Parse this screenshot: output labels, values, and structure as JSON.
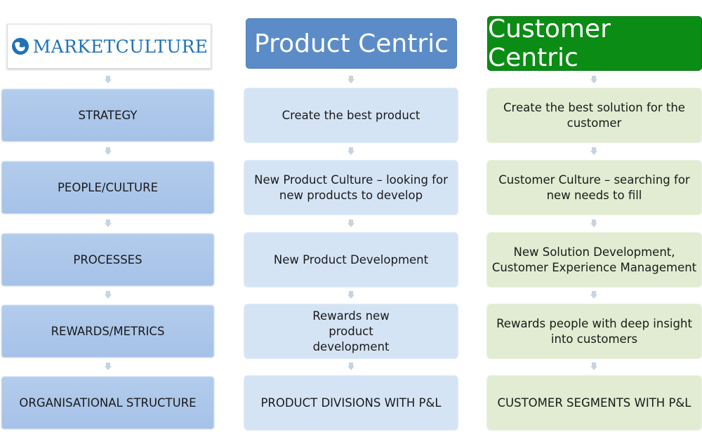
{
  "logo": {
    "text": "MARKETCULTURE"
  },
  "columns": {
    "aspects": {
      "items": [
        "STRATEGY",
        "PEOPLE/CULTURE",
        "PROCESSES",
        "REWARDS/METRICS",
        "ORGANISATIONAL STRUCTURE"
      ]
    },
    "product": {
      "title": "Product Centric",
      "items": [
        "Create the best product",
        "New Product Culture – looking for new products to develop",
        "New Product Development",
        "Rewards new product development",
        "PRODUCT DIVISIONS WITH P&L"
      ]
    },
    "customer": {
      "title": "Customer Centric",
      "items": [
        "Create the best solution for the customer",
        "Customer Culture – searching for new needs to fill",
        "New Solution Development, Customer Experience Management",
        "Rewards people with deep insight into customers",
        "CUSTOMER SEGMENTS WITH P&L"
      ]
    }
  },
  "colors": {
    "product_header": "#5b8cc8",
    "customer_header": "#0b8c14",
    "aspect_box": "#a9c4e9",
    "product_box": "#d5e4f5",
    "customer_box": "#e1ecd2"
  }
}
